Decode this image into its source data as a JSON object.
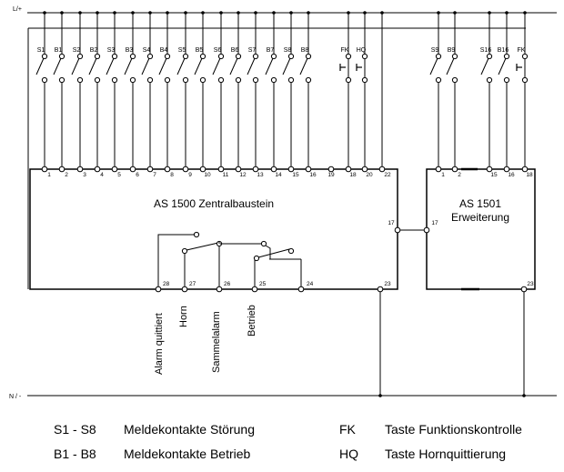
{
  "rails": {
    "top": "L/+",
    "bottom": "N / -"
  },
  "contacts_main": [
    {
      "label": "S1",
      "pin": "1"
    },
    {
      "label": "B1",
      "pin": "2"
    },
    {
      "label": "S2",
      "pin": "3"
    },
    {
      "label": "B2",
      "pin": "4"
    },
    {
      "label": "S3",
      "pin": "5"
    },
    {
      "label": "B3",
      "pin": "6"
    },
    {
      "label": "S4",
      "pin": "7"
    },
    {
      "label": "B4",
      "pin": "8"
    },
    {
      "label": "S5",
      "pin": "9"
    },
    {
      "label": "B5",
      "pin": "10"
    },
    {
      "label": "S6",
      "pin": "11"
    },
    {
      "label": "B6",
      "pin": "12"
    },
    {
      "label": "S7",
      "pin": "13"
    },
    {
      "label": "B7",
      "pin": "14"
    },
    {
      "label": "S8",
      "pin": "15"
    },
    {
      "label": "B8",
      "pin": "16"
    }
  ],
  "buttons_main": [
    {
      "label": "FK",
      "pin": "18"
    },
    {
      "label": "HQ",
      "pin": "20"
    }
  ],
  "extra_pins_main": [
    "19",
    "22"
  ],
  "contacts_ext": [
    {
      "label": "S9",
      "pin": "1"
    },
    {
      "label": "B9",
      "pin": "2"
    },
    {
      "label": "S16",
      "pin": "15"
    },
    {
      "label": "B16",
      "pin": "16"
    }
  ],
  "buttons_ext": [
    {
      "label": "FK",
      "pin": "18"
    }
  ],
  "main_unit": {
    "title": "AS 1500 Zentralbaustein",
    "pin_link": "17",
    "pin_ground": "23",
    "bottom_pins": [
      "28",
      "27",
      "26",
      "25",
      "24"
    ]
  },
  "ext_unit": {
    "title_line1": "AS 1501",
    "title_line2": "Erweiterung",
    "pin_link": "17",
    "pin_ground": "23"
  },
  "outputs": [
    "Alarm quittiert",
    "Horn",
    "Sammelalarm",
    "Betrieb"
  ],
  "legend": [
    {
      "key": "S1 - S8",
      "desc": "Meldekontakte Störung"
    },
    {
      "key": "FK",
      "desc": "Taste Funktionskontrolle"
    },
    {
      "key": "B1 - B8",
      "desc": "Meldekontakte Betrieb"
    },
    {
      "key": "HQ",
      "desc": "Taste Hornquittierung"
    }
  ]
}
